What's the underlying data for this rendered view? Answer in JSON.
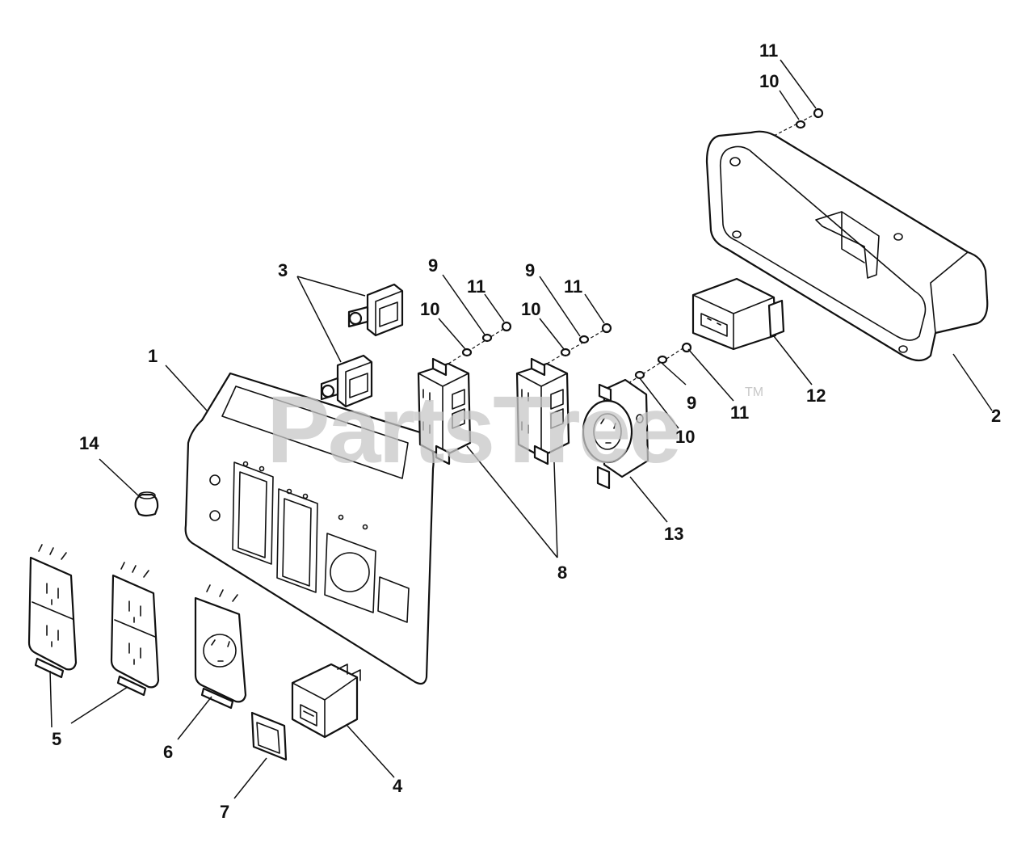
{
  "watermark": {
    "text": "PartsTree",
    "trademark": "TM"
  },
  "callouts": {
    "c1": "1",
    "c2": "2",
    "c3": "3",
    "c4": "4",
    "c5": "5",
    "c6": "6",
    "c7": "7",
    "c8": "8",
    "c9a": "9",
    "c9b": "9",
    "c9c": "9",
    "c10a": "10",
    "c10b": "10",
    "c10c": "10",
    "c10d": "10",
    "c11a": "11",
    "c11b": "11",
    "c11c": "11",
    "c11d": "11",
    "c12": "12",
    "c13": "13",
    "c14": "14"
  }
}
